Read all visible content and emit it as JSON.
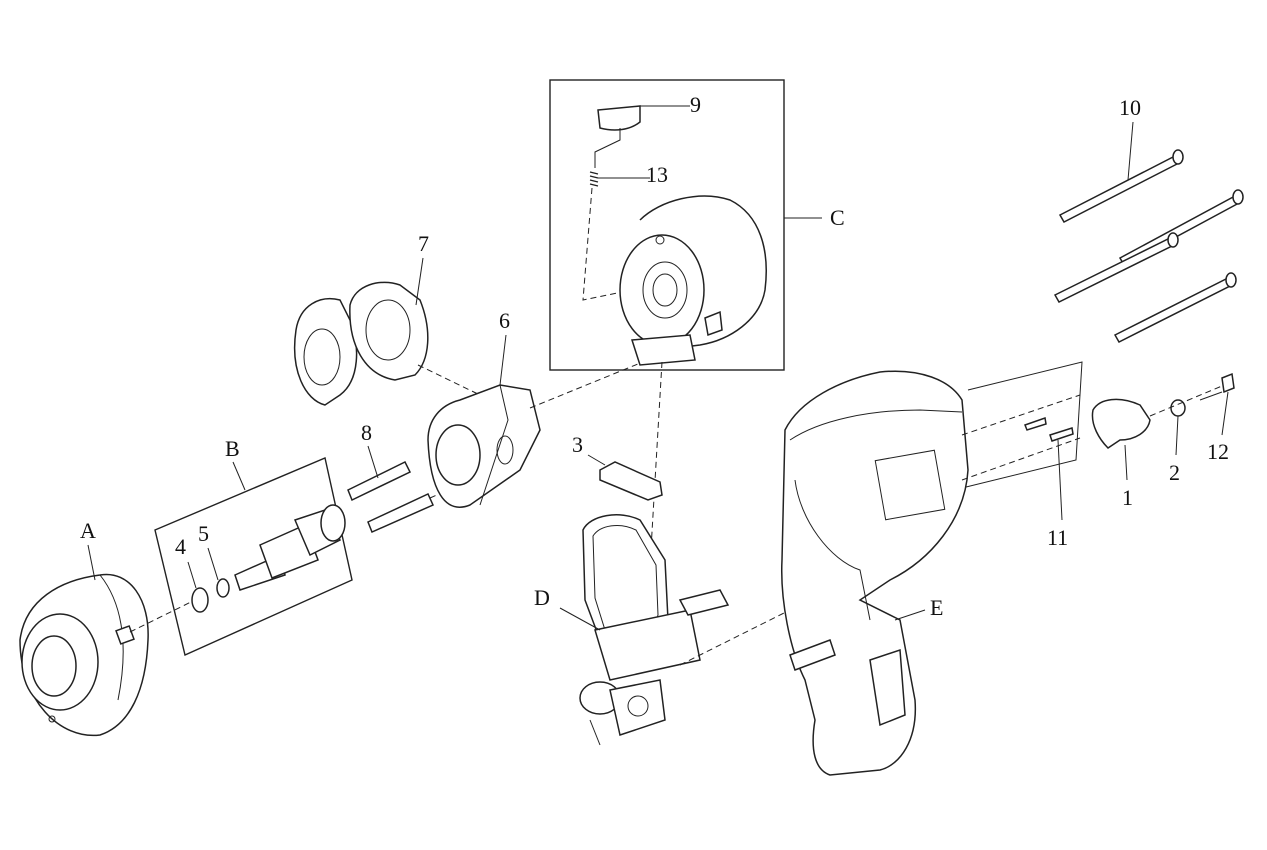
{
  "diagram": {
    "labels": {
      "A": "A",
      "B": "B",
      "C": "C",
      "D": "D",
      "E": "E",
      "p1": "1",
      "p2": "2",
      "p3": "3",
      "p4": "4",
      "p5": "5",
      "p6": "6",
      "p7": "7",
      "p8": "8",
      "p9": "9",
      "p10": "10",
      "p11": "11",
      "p12": "12",
      "p13": "13"
    }
  }
}
